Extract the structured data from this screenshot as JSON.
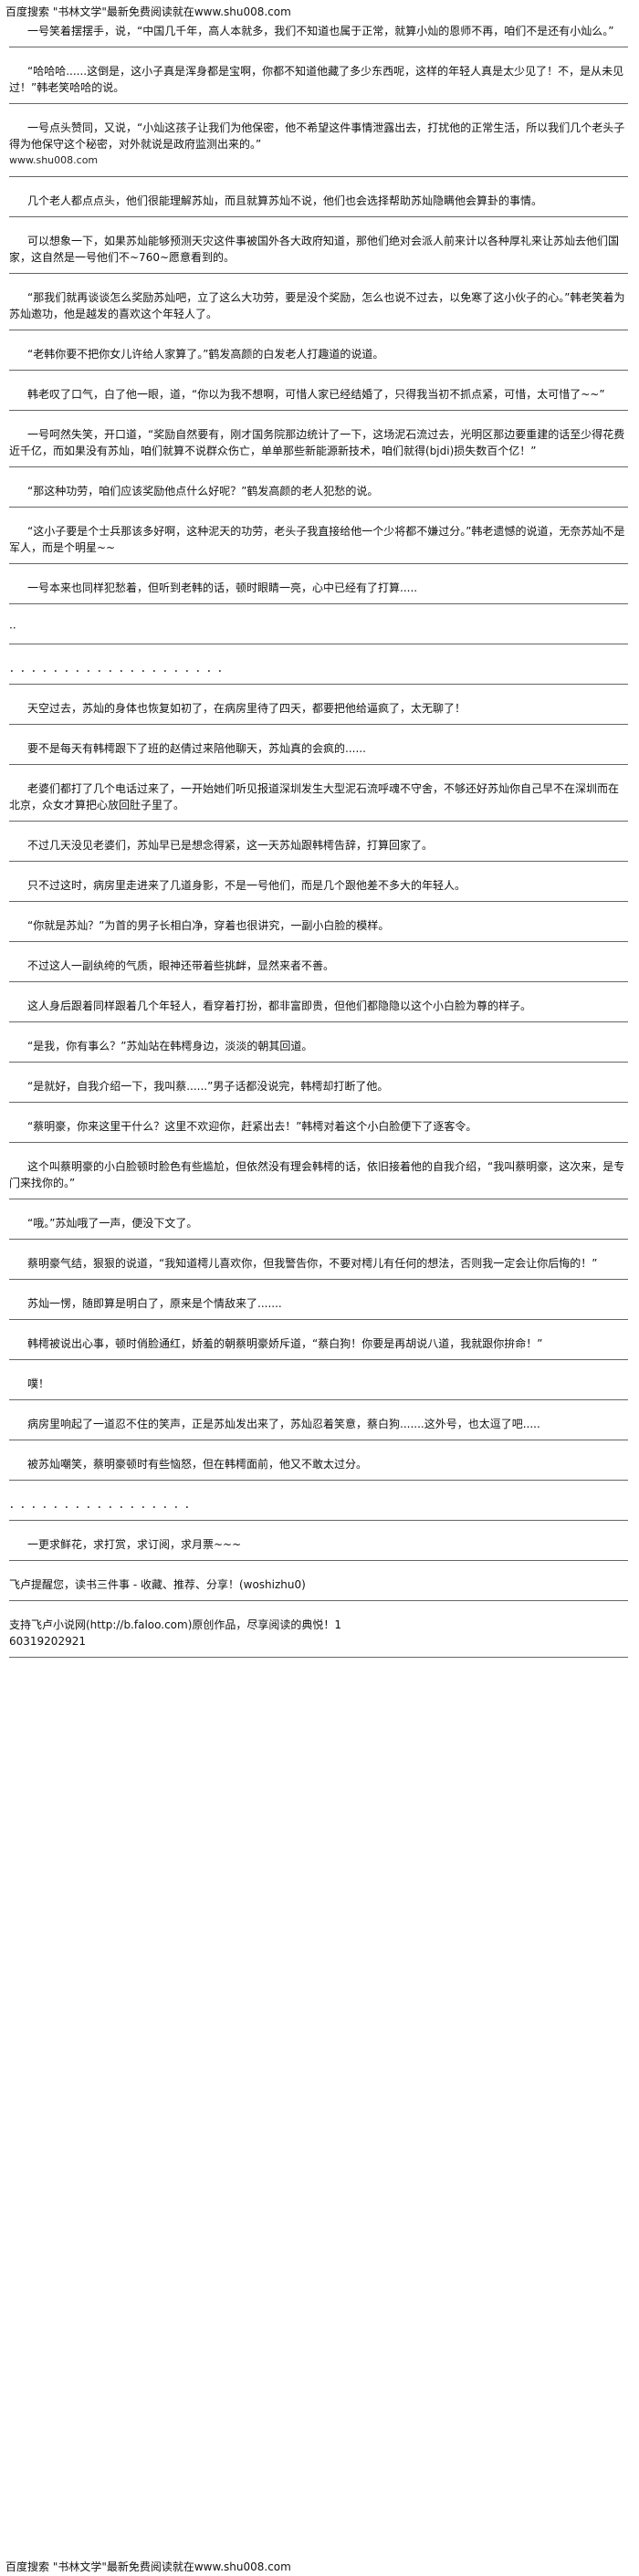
{
  "header": {
    "text": "百度搜索 \"书林文学\"最新免费阅读就在www.shu008.com"
  },
  "paragraphs": [
    "一号笑着摆摆手，说，“中国几千年，高人本就多，我们不知道也属于正常，就算小灿的恩师不再，咱们不是还有小灿么。”",
    "“哈哈哈......这倒是，这小子真是浑身都是宝啊，你都不知道他藏了多少东西呢，这样的年轻人真是太少见了！不，是从未见过！”韩老笑哈哈的说。",
    "一号点头赞同，又说，“小灿这孩子让我们为他保密，他不希望这件事情泄露出去，打扰他的正常生活，所以我们几个老头子得为他保守这个秘密，对外就说是政府监测出来的。”",
    "几个老人都点点头，他们很能理解苏灿，而且就算苏灿不说，他们也会选择帮助苏灿隐瞒他会算卦的事情。",
    "可以想象一下，如果苏灿能够预测天灾这件事被国外各大政府知道，那他们绝对会派人前来计以各种厚礼来让苏灿去他们国家，这自然是一号他们不~760~愿意看到的。",
    "“那我们就再谈谈怎么奖励苏灿吧，立了这么大功劳，要是没个奖励，怎么也说不过去，以免寒了这小伙子的心。”韩老笑着为苏灿邀功，他是越发的喜欢这个年轻人了。",
    "“老韩你要不把你女儿许给人家算了。”鹤发高颜的白发老人打趣道的说道。",
    "韩老叹了口气，白了他一眼，道，“你以为我不想啊，可惜人家已经结婚了，只得我当初不抓点紧，可惜，太可惜了~~”",
    "一号呵然失笑，开口道，“奖励自然要有，刚才国务院那边统计了一下，这场泥石流过去，光明区那边要重建的话至少得花费近千亿，而如果没有苏灿，咱们就算不说群众伤亡，单单那些新能源新技术，咱们就得(bjdi)损失数百个亿！”",
    "“那这种功劳，咱们应该奖励他点什么好呢？”鹤发高颜的老人犯愁的说。",
    "“这小子要是个士兵那该多好啊，这种泥天的功劳，老头子我直接给他一个少将都不嫌过分。”韩老遗憾的说道，无奈苏灿不是军人，而是个明星~~",
    "一号本来也同样犯愁着，但听到老韩的话，顿时眼睛一亮，心中已经有了打算.....",
    "··",
    "．．．．．．．．．．．．．．．．．．．．",
    "天空过去，苏灿的身体也恢复如初了，在病房里待了四天，都要把他给逼疯了，太无聊了！",
    "要不是每天有韩樗跟下了班的赵倩过来陪他聊天，苏灿真的会疯的......",
    "老婆们都打了几个电话过来了，一开始她们听见报道深圳发生大型泥石流呼魂不守舍，不够还好苏灿你自己早不在深圳而在北京，众女才算把心放回肚子里了。",
    "不过几天没见老婆们，苏灿早已是想念得紧，这一天苏灿跟韩樗告辞，打算回家了。",
    "只不过这时，病房里走进来了几道身影，不是一号他们，而是几个跟他差不多大的年轻人。",
    "“你就是苏灿？”为首的男子长相白净，穿着也很讲究，一副小白脸的模样。",
    "不过这人一副纨绔的气质，眼神还带着些挑衅，显然来者不善。",
    "这人身后跟着同样跟着几个年轻人，看穿着打扮，都非富即贵，但他们都隐隐以这个小白脸为尊的样子。",
    "“是我，你有事么？”苏灿站在韩樗身边，淡淡的朝其回道。",
    "“是就好，自我介绍一下，我叫蔡......”男子话都没说完，韩樗却打断了他。",
    "“蔡明豪，你来这里干什么？这里不欢迎你，赶紧出去！”韩樗对着这个小白脸便下了逐客令。",
    "这个叫蔡明豪的小白脸顿时脸色有些尴尬，但依然没有理会韩樗的话，依旧接着他的自我介绍，“我叫蔡明豪，这次来，是专门来找你的。”",
    "“哦。”苏灿哦了一声，便没下文了。",
    "蔡明豪气结，狠狠的说道，“我知道樗儿喜欢你，但我警告你，不要对樗儿有任何的想法，否则我一定会让你后悔的！”",
    "苏灿一愣，随即算是明白了，原来是个情敌来了.......",
    "韩樗被说出心事，顿时俏脸通红，娇羞的朝蔡明豪娇斥道，“蔡白狗！你要是再胡说八道，我就跟你拚命！”",
    "噗！",
    "病房里响起了一道忍不住的笑声，正是苏灿发出来了，苏灿忍着笑意，蔡白狗.......这外号，也太逗了吧.....",
    "被苏灿嘲笑，蔡明豪顿时有些恼怒，但在韩樗面前，他又不敢太过分。",
    "．．．．．．．．．．．．．．．．．",
    "一更求鲜花，求打赏，求订阅，求月票~~~"
  ],
  "watermark": "www.shu008.com",
  "tail": {
    "line1": "飞卢提醒您，读书三件事 - 收藏、推荐、分享！(woshizhu0)",
    "line2": "支持飞卢小说网(http://b.faloo.com)原创作品，尽享阅读的典悦！1",
    "line3": "60319202921"
  },
  "footer": {
    "text": "百度搜索 \"书林文学\"最新免费阅读就在www.shu008.com"
  }
}
